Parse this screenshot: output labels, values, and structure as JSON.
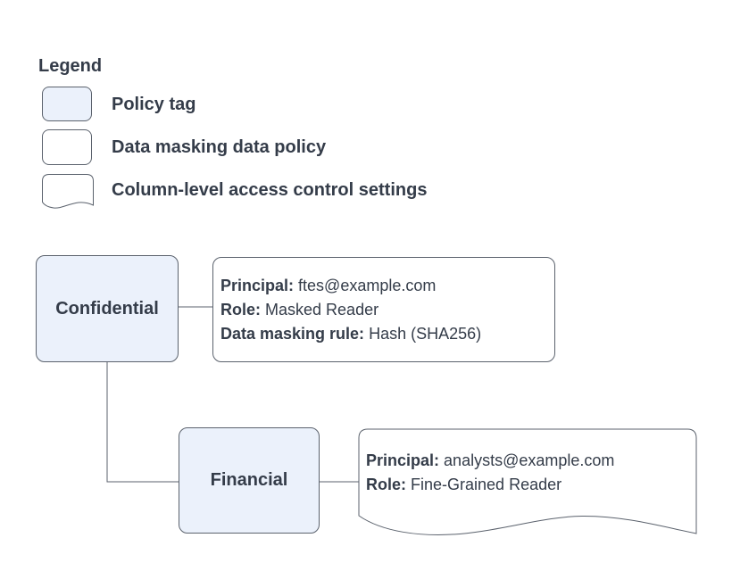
{
  "legend": {
    "title": "Legend",
    "items": [
      {
        "shape": "policy-tag",
        "label": "Policy tag"
      },
      {
        "shape": "data-masking-data-policy",
        "label": "Data masking data policy"
      },
      {
        "shape": "column-level-access-control",
        "label": "Column-level access control settings"
      }
    ]
  },
  "diagram": {
    "nodes": {
      "confidential": {
        "label": "Confidential"
      },
      "financial": {
        "label": "Financial"
      },
      "masking_policy": {
        "lines": [
          {
            "key": "Principal:",
            "value": "ftes@example.com"
          },
          {
            "key": "Role:",
            "value": "Masked Reader"
          },
          {
            "key": "Data masking rule:",
            "value": "Hash (SHA256)"
          }
        ]
      },
      "column_access": {
        "lines": [
          {
            "key": "Principal:",
            "value": "analysts@example.com"
          },
          {
            "key": "Role:",
            "value": "Fine-Grained Reader"
          }
        ]
      }
    },
    "connections": [
      {
        "from": "confidential",
        "to": "masking_policy"
      },
      {
        "from": "confidential",
        "to": "financial"
      },
      {
        "from": "financial",
        "to": "column_access"
      }
    ]
  },
  "colors": {
    "node_fill": "#EBF1FB",
    "node_stroke": "#5B626D",
    "text": "#343C49",
    "background": "#FFFFFF"
  }
}
